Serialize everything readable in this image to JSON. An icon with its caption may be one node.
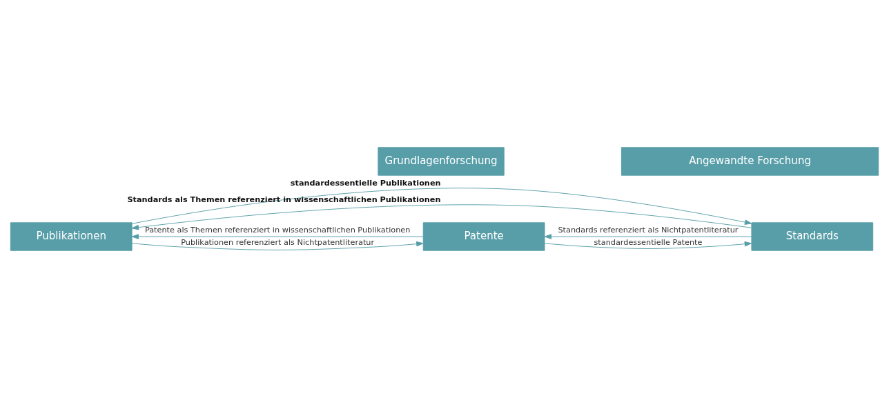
{
  "diagram": {
    "nodes": [
      {
        "text": [
          "Grundlagenforschung"
        ]
      },
      {
        "text": [
          "Angewandte Forschung"
        ]
      },
      {
        "text": [
          "Publikationen"
        ]
      },
      {
        "text": [
          "Patente"
        ]
      },
      {
        "text": [
          "Standards"
        ]
      }
    ],
    "edges": [
      {
        "from": 4,
        "to": 2,
        "arrow": "to",
        "label": "Standards als Themen referenziert in wissenschaftlichen Publikationen"
      },
      {
        "from": 3,
        "to": 2,
        "arrow": "to",
        "label": "Patente als Themen referenziert in wissenschaftlichen Publikationen"
      },
      {
        "from": 4,
        "to": 3,
        "arrow": "to",
        "label": "Standards referenziert als Nichtpatentliteratur"
      },
      {
        "from": 2,
        "to": 3,
        "arrow": "to",
        "label": "Publikationen referenziert als Nichtpatentliteratur"
      },
      {
        "from": 3,
        "to": 4,
        "arrow": "to",
        "label": "standardessentielle Patente"
      },
      {
        "from": 2,
        "to": 4,
        "arrow": "to",
        "label": "standardessentielle Publikationen"
      }
    ]
  }
}
